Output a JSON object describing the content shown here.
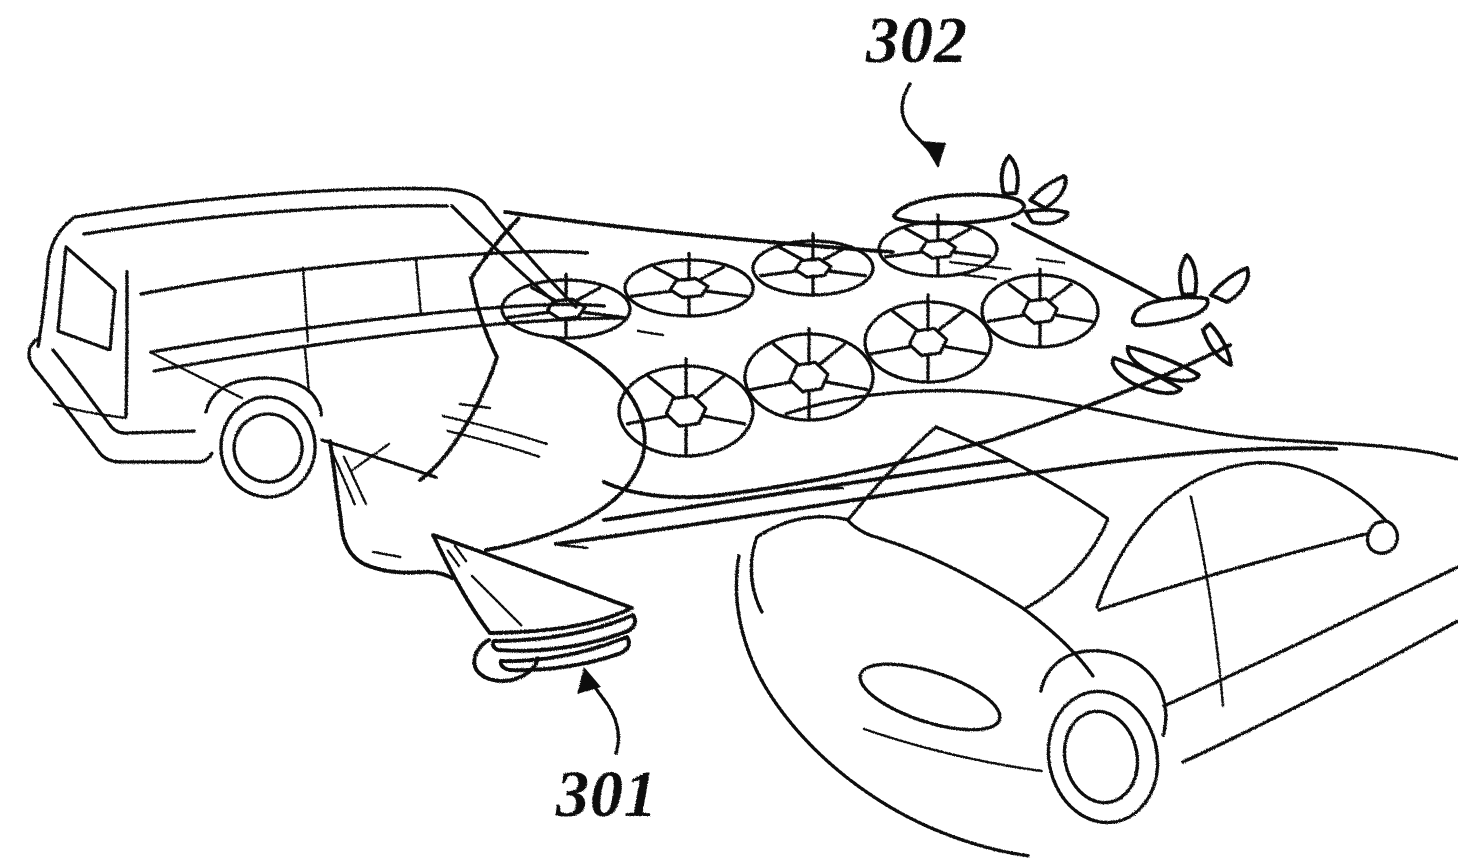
{
  "figure": {
    "background_color": "#ffffff",
    "ink_color": "#101010",
    "style": "patent stipple line drawing",
    "labels": {
      "aircraft": "301",
      "rotor_wing": "302"
    },
    "scene": {
      "left_vehicle": "minivan, rear three-quarter view",
      "center_vehicle": "eVTOL aircraft parked between two cars",
      "right_vehicle": "sedan, rear three-quarter view",
      "lift_rotor_count": 8,
      "wingtip_propeller_pod_count": 2
    }
  }
}
